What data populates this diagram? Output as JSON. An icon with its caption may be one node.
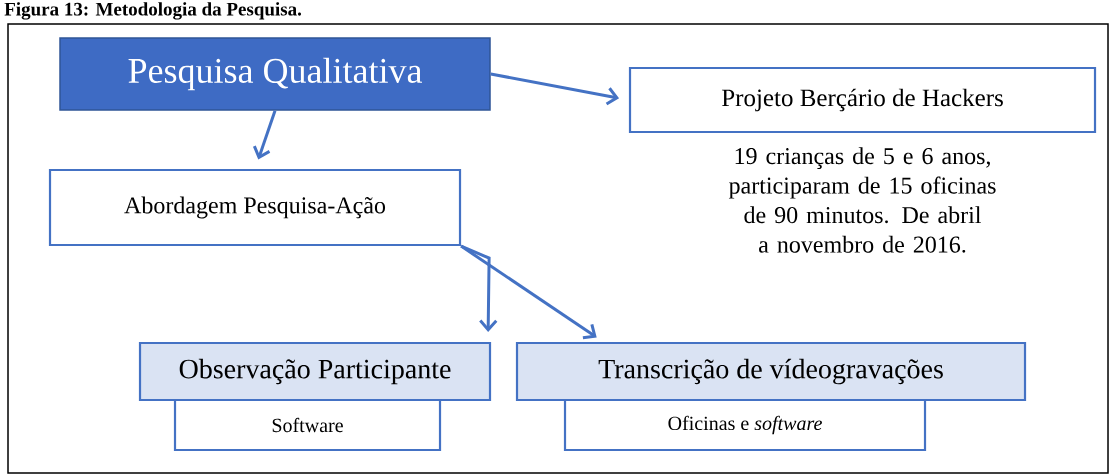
{
  "diagram": {
    "title": "Figura 13: Metodologia da Pesquisa.",
    "nodes": [
      {
        "text": [
          "Pesquisa Qualitativa"
        ]
      },
      {
        "text": [
          "Projeto Berçário de Hackers"
        ],
        "beside": [
          "19 crianças de 5 e 6 anos, participaram de 15 oficinas de 90 minutos. De abril a novembro de 2016."
        ]
      },
      {
        "text": [
          "Abordagem Pesquisa-Ação"
        ]
      },
      {
        "text": [
          "Observação Participante"
        ]
      },
      {
        "text": [
          "Software"
        ]
      },
      {
        "text": [
          "Transcrição de vídeogravações"
        ]
      },
      {
        "text": [
          "Oficinas e *software*"
        ]
      }
    ],
    "edges": [
      {
        "from": 0,
        "to": 1,
        "arrow": "to"
      },
      {
        "from": 0,
        "to": 2,
        "arrow": "to"
      },
      {
        "from": 2,
        "to": 3,
        "arrow": "to"
      },
      {
        "from": 2,
        "to": 5,
        "arrow": "to"
      }
    ]
  }
}
